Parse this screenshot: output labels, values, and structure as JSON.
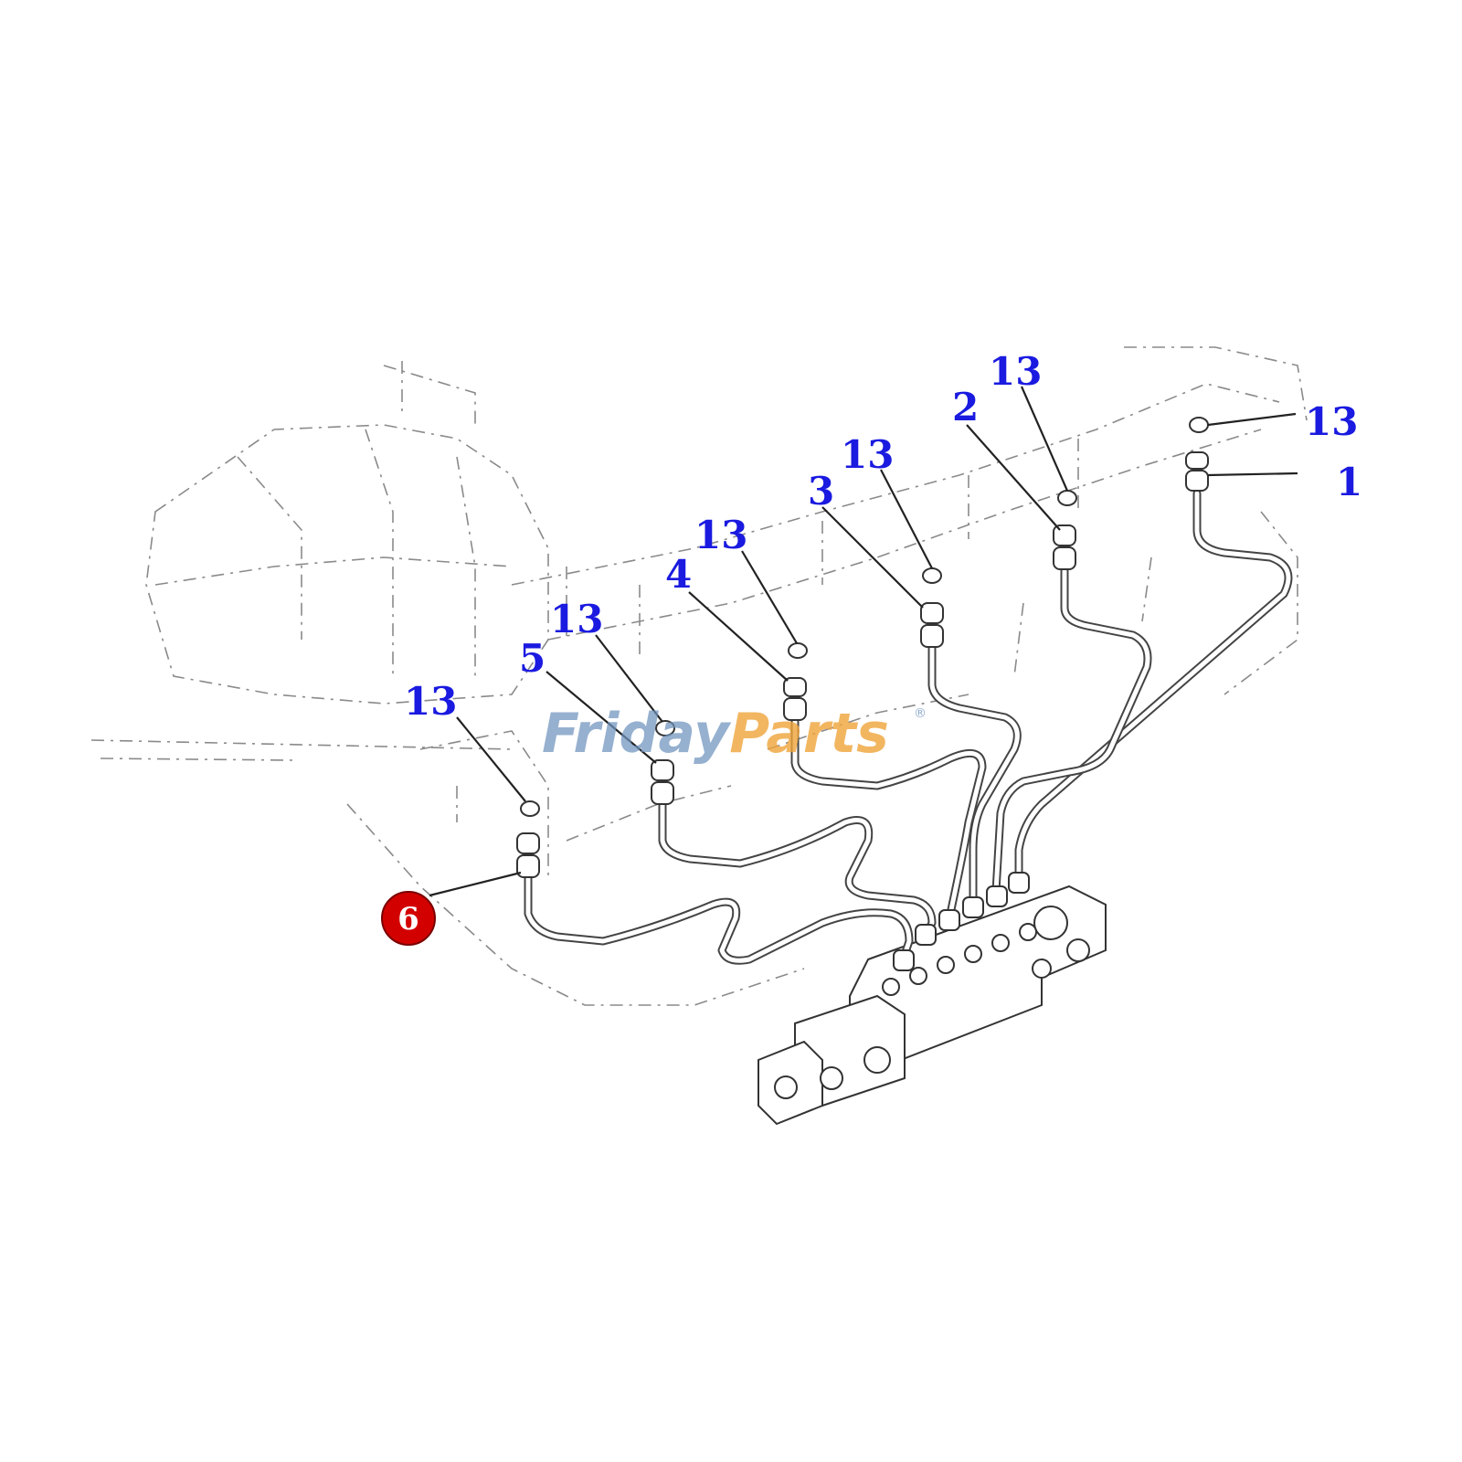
{
  "callouts": {
    "c1": "1",
    "c2": "2",
    "c3": "3",
    "c4": "4",
    "c5": "5",
    "c6": "6",
    "c13": "13"
  },
  "watermark": {
    "part_a": "Friday",
    "part_b": "Parts",
    "reg": "®"
  },
  "colors": {
    "callout": "#1a1ae0",
    "highlight": "#d30000",
    "watermark_blue": "#6f93bd",
    "watermark_orange": "#f0a53a"
  }
}
